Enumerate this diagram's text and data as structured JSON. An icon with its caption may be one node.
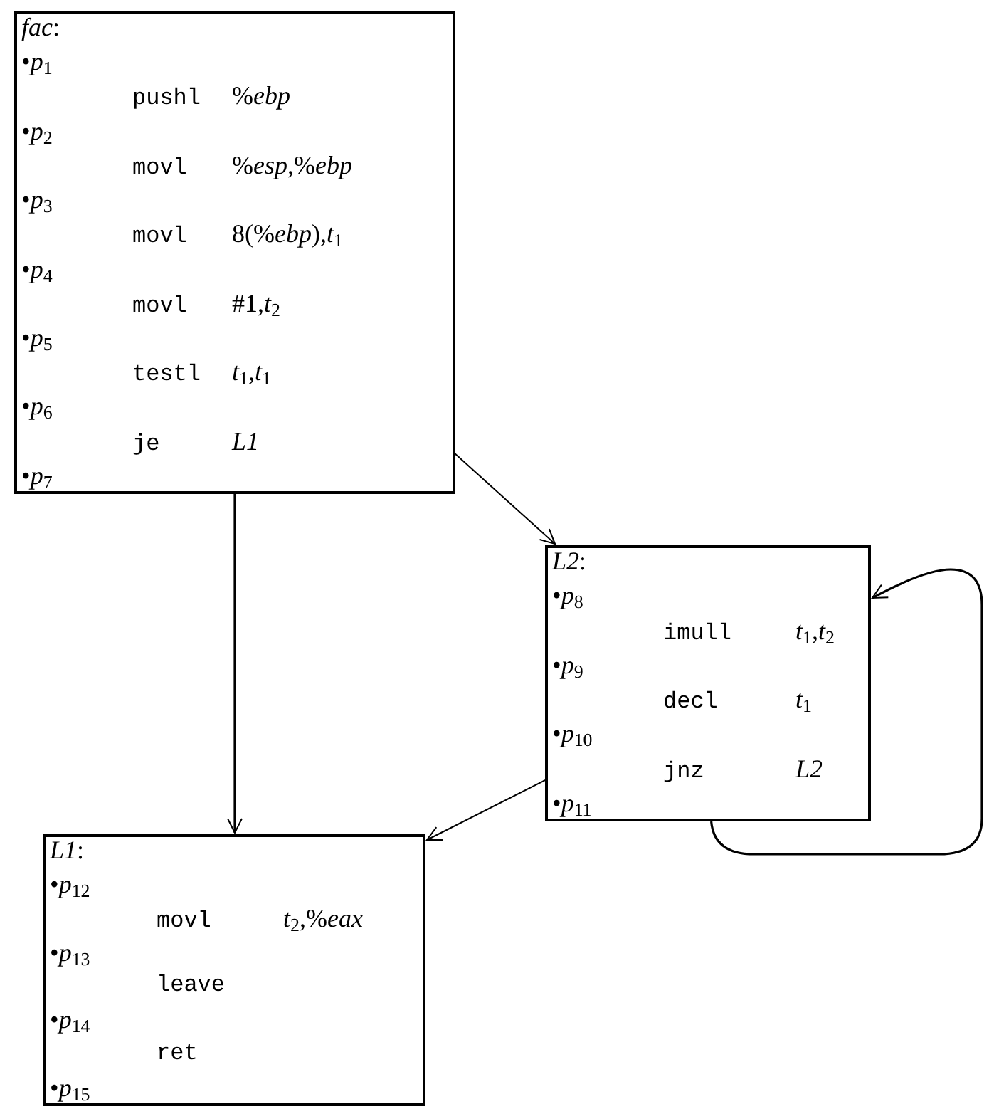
{
  "diagram": {
    "nodes": [
      {
        "text": [
          "*fac*:",
          "•*p*$_{1}$",
          "pushl %*ebp*",
          "•*p*$_{2}$",
          "movl %*esp*,%*ebp*",
          "•*p*$_{3}$",
          "movl 8(%*ebp*),*t*$_{1}$",
          "•*p*$_{4}$",
          "movl #1,*t*$_{2}$",
          "•*p*$_{5}$",
          "testl *t*$_{1}$,*t*$_{1}$",
          "•*p*$_{6}$",
          "je *L1*",
          "•*p*$_{7}$"
        ]
      },
      {
        "text": [
          "*L2*:",
          "•*p*$_{8}$",
          "imull *t*$_{1}$,*t*$_{2}$",
          "•*p*$_{9}$",
          "decl *t*$_{1}$",
          "•*p*$_{10}$",
          "jnz *L2*",
          "•*p*$_{11}$"
        ]
      },
      {
        "text": [
          "*L1*:",
          "•*p*$_{12}$",
          "movl *t*$_{2}$,%*eax*",
          "•*p*$_{13}$",
          "leave",
          "•*p*$_{14}$",
          "ret",
          "•*p*$_{15}$"
        ]
      }
    ],
    "edges": [
      {
        "from": 0,
        "to": 1,
        "arrow": "to"
      },
      {
        "from": 0,
        "to": 2,
        "arrow": "to"
      },
      {
        "from": 1,
        "to": 2,
        "arrow": "to"
      },
      {
        "from": 1,
        "to": 1,
        "arrow": "to"
      }
    ]
  }
}
